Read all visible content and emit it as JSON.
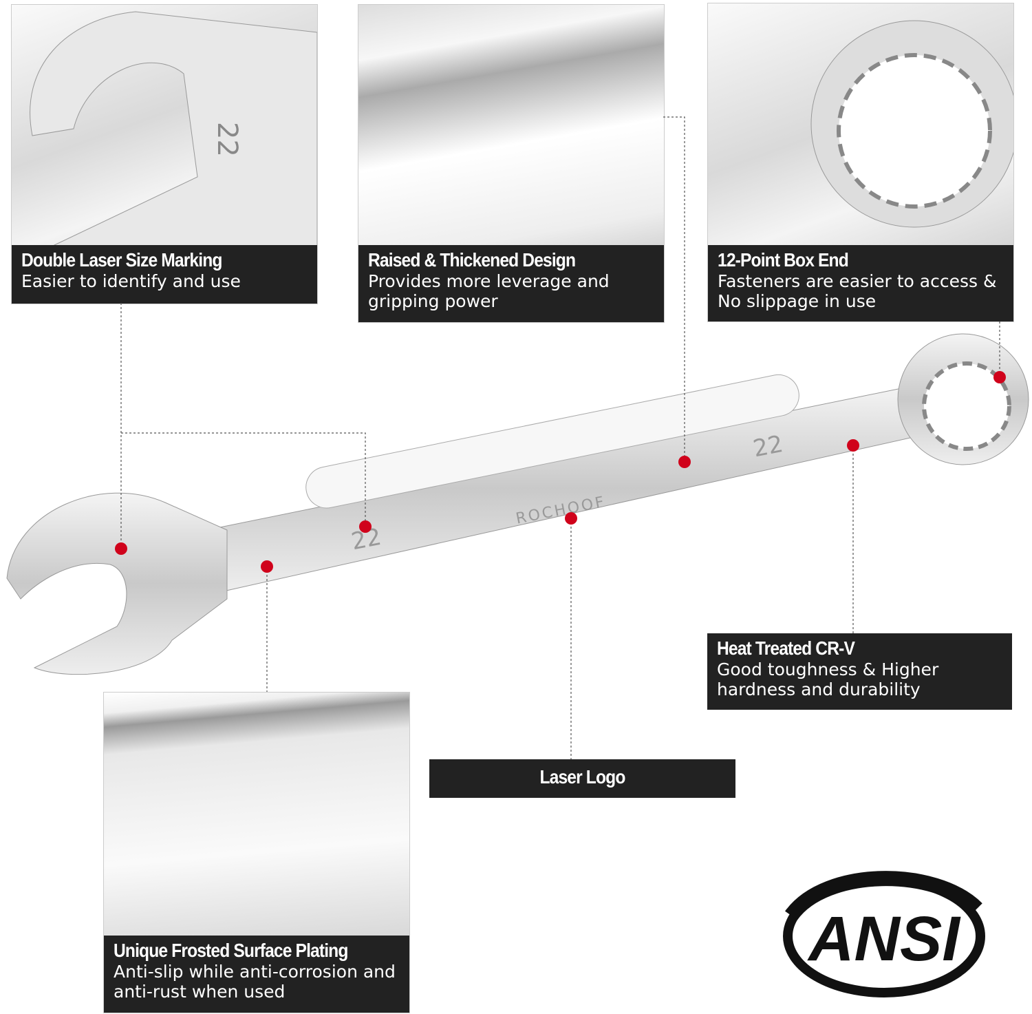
{
  "features": [
    {
      "title": "Double Laser Size Marking",
      "subtitle": "Easier to identify and use"
    },
    {
      "title": "Raised & Thickened Design",
      "subtitle": "Provides more leverage and gripping power"
    },
    {
      "title": "12-Point Box End",
      "subtitle": "Fasteners are easier to access & No slippage in use"
    },
    {
      "title": "Heat Treated CR-V",
      "subtitle": "Good toughness & Higher hardness and durability"
    },
    {
      "title": "Laser Logo"
    },
    {
      "title": "Unique Frosted Surface Plating",
      "subtitle": "Anti-slip while anti-corrosion and anti-rust when used"
    }
  ],
  "wrench": {
    "size_marking": "22",
    "brand": "ROCHOOF"
  },
  "badge": {
    "text": "ANSI"
  },
  "colors": {
    "dot": "#d0021b",
    "label_bg": "#222222"
  }
}
